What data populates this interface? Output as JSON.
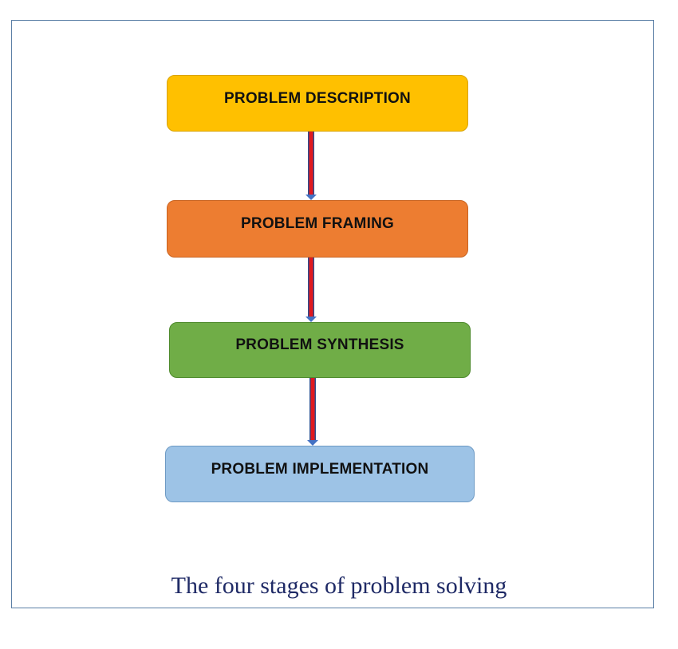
{
  "stages": [
    {
      "label": "PROBLEM DESCRIPTION",
      "fill": "#ffc000",
      "border": "#d9a300"
    },
    {
      "label": "PROBLEM FRAMING",
      "fill": "#ed7d31",
      "border": "#c96422"
    },
    {
      "label": "PROBLEM SYNTHESIS",
      "fill": "#70ad47",
      "border": "#4e8a2c"
    },
    {
      "label": "PROBLEM IMPLEMENTATION",
      "fill": "#9dc3e6",
      "border": "#6d9ac4"
    }
  ],
  "connector": {
    "shaft_color": "#e0191f",
    "edge_color": "#2f4d8c",
    "arrowhead_color": "#4472c4"
  },
  "caption": "The four stages of problem solving",
  "frame_color": "#5b7fa6",
  "caption_color": "#1f2a66"
}
